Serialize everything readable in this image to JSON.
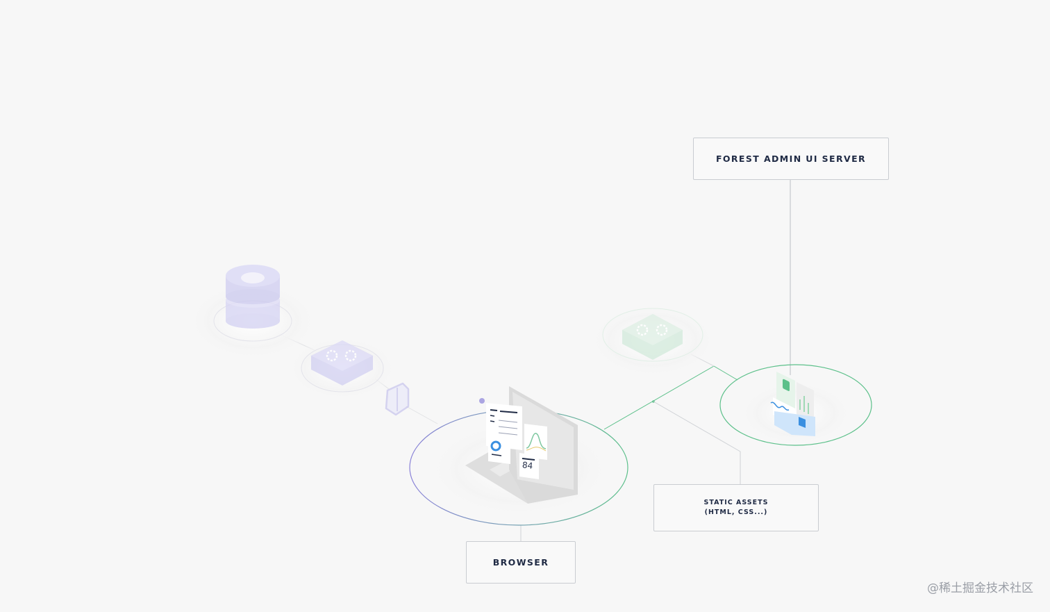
{
  "labels": {
    "server": "FOREST ADMIN UI SERVER",
    "browser": "BROWSER",
    "static_assets_line1": "STATIC ASSETS",
    "static_assets_line2": "(HTML, CSS...)"
  },
  "screen": {
    "kpi_value": "84"
  },
  "watermark": "@稀土掘金技术社区",
  "colors": {
    "background": "#f7f7f7",
    "box_border": "#c9ccd1",
    "label_text": "#1f2a44",
    "green_line": "#5cc08a",
    "purple_line": "#8a82d8",
    "gray_line": "#cfd2d6",
    "faded_purple": "#c9c7f2",
    "faded_green": "#cde8d6"
  },
  "icons": [
    "database-icon",
    "gear-module-icon",
    "shield-icon",
    "laptop-icon",
    "gear-module-icon",
    "dashboard-icon"
  ]
}
